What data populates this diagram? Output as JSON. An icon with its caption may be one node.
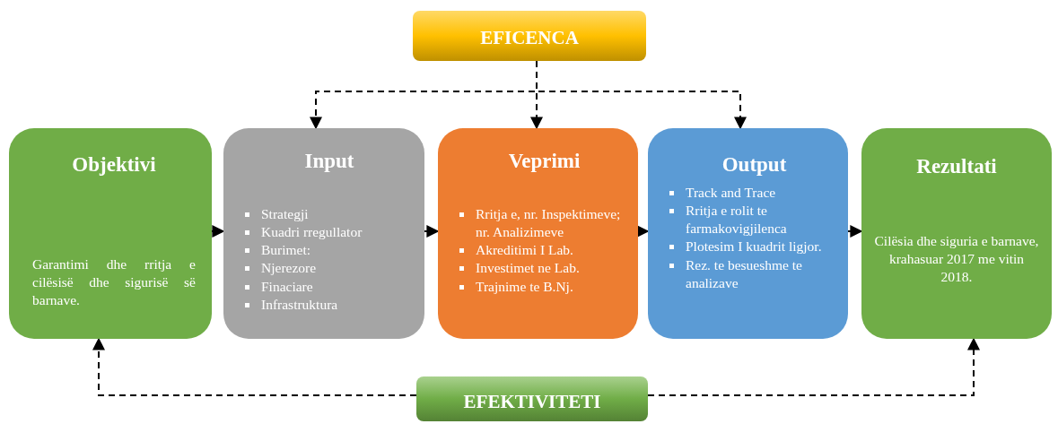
{
  "diagram": {
    "nodes": [
      {
        "text": [
          "EFICENCA"
        ]
      },
      {
        "text": [
          "Objektivi",
          "Garantimi dhe rritja e cilësisë dhe sigurisë së barnave."
        ]
      },
      {
        "text": [
          "Input",
          "Strategji",
          "Kuadri rregullator",
          "Burimet:",
          "Njerezore",
          "Finaciare",
          "Infrastruktura"
        ]
      },
      {
        "text": [
          "Veprimi",
          "Rritja e, nr. Inspektimeve; nr. Analizimeve",
          "Akreditimi I Lab.",
          "Investimet ne Lab.",
          "Trajnime te B.Nj."
        ]
      },
      {
        "text": [
          "Output",
          "Track and Trace",
          "Rritja e rolit te farmakovigjilenca",
          "Plotesim I kuadrit ligjor.",
          "Rez. te besueshme te analizave"
        ]
      },
      {
        "text": [
          "Rezultati",
          "Cilësia dhe siguria e barnave, krahasuar 2017 me vitin 2018."
        ]
      },
      {
        "text": [
          "EFEKTIVITETI"
        ]
      }
    ],
    "edges": [
      {
        "from": 0,
        "to": 2,
        "arrow": "to",
        "style": "dashed"
      },
      {
        "from": 0,
        "to": 3,
        "arrow": "to",
        "style": "dashed"
      },
      {
        "from": 0,
        "to": 4,
        "arrow": "to",
        "style": "dashed"
      },
      {
        "from": 1,
        "to": 2,
        "arrow": "to"
      },
      {
        "from": 2,
        "to": 3,
        "arrow": "to"
      },
      {
        "from": 3,
        "to": 4,
        "arrow": "to"
      },
      {
        "from": 4,
        "to": 5,
        "arrow": "to"
      },
      {
        "from": 6,
        "to": 1,
        "arrow": "to",
        "style": "dashed"
      },
      {
        "from": 6,
        "to": 5,
        "arrow": "to",
        "style": "dashed"
      }
    ]
  }
}
